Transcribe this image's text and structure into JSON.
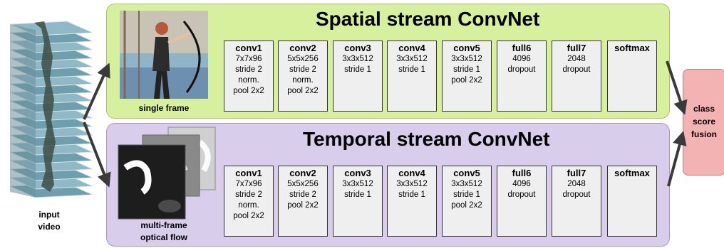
{
  "input": {
    "label": "input\nvideo"
  },
  "spatial": {
    "title": "Spatial stream ConvNet",
    "caption": "single frame",
    "layers": [
      {
        "name": "conv1",
        "details": "7x7x96\nstride 2\nnorm.\npool 2x2"
      },
      {
        "name": "conv2",
        "details": "5x5x256\nstride 2\nnorm.\npool 2x2"
      },
      {
        "name": "conv3",
        "details": "3x3x512\nstride 1"
      },
      {
        "name": "conv4",
        "details": "3x3x512\nstride 1"
      },
      {
        "name": "conv5",
        "details": "3x3x512\nstride 1\npool 2x2"
      },
      {
        "name": "full6",
        "details": "4096\ndropout"
      },
      {
        "name": "full7",
        "details": "2048\ndropout"
      },
      {
        "name": "softmax",
        "details": ""
      }
    ]
  },
  "temporal": {
    "title": "Temporal stream ConvNet",
    "caption": "multi-frame\noptical flow",
    "layers": [
      {
        "name": "conv1",
        "details": "7x7x96\nstride 2\nnorm.\npool 2x2"
      },
      {
        "name": "conv2",
        "details": "5x5x256\nstride 2\npool 2x2"
      },
      {
        "name": "conv3",
        "details": "3x3x512\nstride 1"
      },
      {
        "name": "conv4",
        "details": "3x3x512\nstride 1"
      },
      {
        "name": "conv5",
        "details": "3x3x512\nstride 1\npool 2x2"
      },
      {
        "name": "full6",
        "details": "4096\ndropout"
      },
      {
        "name": "full7",
        "details": "2048\ndropout"
      },
      {
        "name": "softmax",
        "details": ""
      }
    ]
  },
  "fusion": {
    "label": "class\nscore\nfusion"
  }
}
